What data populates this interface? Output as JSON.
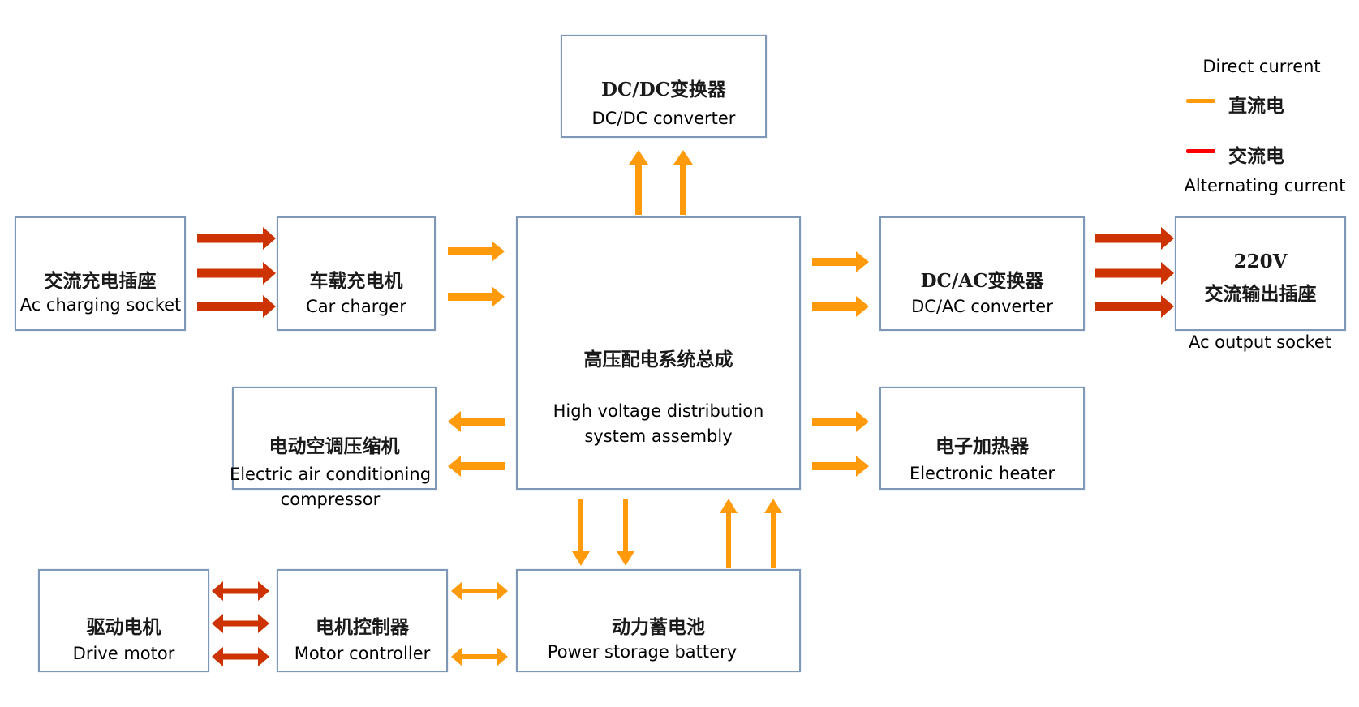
{
  "diagram": {
    "colors": {
      "dc": "#ff9a0a",
      "ac": "#cc3300",
      "legend_ac": "#ff0000",
      "box_border": "#7f98b8"
    },
    "nodes": {
      "dcdc": {
        "zh": "DC/DC变换器",
        "en": "DC/DC converter"
      },
      "ac_socket": {
        "zh": "交流充电插座",
        "en": "Ac charging socket"
      },
      "car_charger": {
        "zh": "车载充电机",
        "en": "Car charger"
      },
      "hv": {
        "zh": "高压配电系统总成",
        "en_line1": "High voltage distribution",
        "en_line2": "system assembly"
      },
      "dcac": {
        "zh": "DC/AC变换器",
        "en": "DC/AC converter"
      },
      "ac_out": {
        "zh_line1": "220V",
        "zh_line2": "交流输出插座",
        "en": "Ac output socket"
      },
      "compressor": {
        "zh": "电动空调压缩机",
        "en_line1": "Electric air conditioning",
        "en_line2": "compressor"
      },
      "heater": {
        "zh": "电子加热器",
        "en": "Electronic heater"
      },
      "drive_motor": {
        "zh": "驱动电机",
        "en": "Drive motor"
      },
      "motor_ctrl": {
        "zh": "电机控制器",
        "en": "Motor controller"
      },
      "battery": {
        "zh": "动力蓄电池",
        "en": "Power storage battery"
      }
    },
    "connections": [
      {
        "from": "ac_socket",
        "to": "car_charger",
        "type": "ac",
        "count": 3,
        "direction": "forward"
      },
      {
        "from": "car_charger",
        "to": "hv",
        "type": "dc",
        "count": 2,
        "direction": "forward"
      },
      {
        "from": "hv",
        "to": "dcdc",
        "type": "dc",
        "count": 2,
        "direction": "forward"
      },
      {
        "from": "hv",
        "to": "dcac",
        "type": "dc",
        "count": 2,
        "direction": "forward"
      },
      {
        "from": "dcac",
        "to": "ac_out",
        "type": "ac",
        "count": 3,
        "direction": "forward"
      },
      {
        "from": "hv",
        "to": "compressor",
        "type": "dc",
        "count": 2,
        "direction": "forward"
      },
      {
        "from": "hv",
        "to": "heater",
        "type": "dc",
        "count": 2,
        "direction": "forward"
      },
      {
        "from": "hv",
        "to": "battery",
        "type": "dc",
        "count": 2,
        "direction": "forward"
      },
      {
        "from": "battery",
        "to": "hv",
        "type": "dc",
        "count": 2,
        "direction": "forward"
      },
      {
        "from": "drive_motor",
        "to": "motor_ctrl",
        "type": "ac",
        "count": 3,
        "direction": "bidirectional"
      },
      {
        "from": "motor_ctrl",
        "to": "battery",
        "type": "dc",
        "count": 2,
        "direction": "bidirectional"
      }
    ],
    "legend": {
      "dc_en": "Direct current",
      "dc_zh": "直流电",
      "ac_zh": "交流电",
      "ac_en": "Alternating current"
    }
  }
}
